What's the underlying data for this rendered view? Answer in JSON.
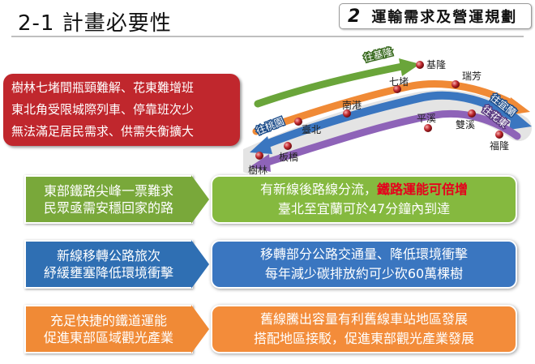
{
  "title": "2-1 計畫必要性",
  "chapter": {
    "number": "2",
    "text": "運輸需求及營運規劃"
  },
  "problem": {
    "lines": [
      "樹林七堵間瓶頸難解、花東難增班",
      "東北角受限城際列車、停靠班次少",
      "無法滿足居民需求、供需失衡擴大"
    ]
  },
  "map": {
    "arrows": {
      "to_keelung": "往基隆",
      "to_taoyuan": "往桃園",
      "to_yilan": "往宜蘭",
      "to_hualien": "往花東"
    },
    "stations": [
      "樹林",
      "板橋",
      "臺北",
      "南港",
      "七堵",
      "基隆",
      "瑞芳",
      "平溪",
      "雙溪",
      "福隆"
    ]
  },
  "rows": [
    {
      "left": [
        "東部鐵路尖峰一票難求",
        "民眾亟需安穩回家的路"
      ],
      "right_line1_pre": "有新線後路線分流，",
      "right_line1_highlight": "鐵路運能可倍增",
      "right_line2": "臺北至宜蘭可於47分鐘內到達",
      "left_color": "#79a83a",
      "right_color": "#85b93f"
    },
    {
      "left": [
        "新線移轉公路旅次",
        "紓緩壅塞降低環境衝擊"
      ],
      "right_line1": "移轉部分公路交通量、降低環境衝擊",
      "right_line2": "每年減少碳排放約可少砍60萬棵樹",
      "left_color": "#2f6fb3",
      "right_color": "#3a76c0"
    },
    {
      "left": [
        "充足快捷的鐵道運能",
        "促進東部區域觀光產業"
      ],
      "right_line1": "舊線騰出容量有利舊線車站地區發展",
      "right_line2": "搭配地區接駁，促進東部觀光產業發展",
      "left_color": "#f08a36",
      "right_color": "#f38c3a"
    }
  ]
}
